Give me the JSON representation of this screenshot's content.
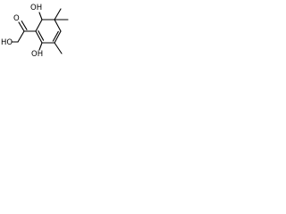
{
  "molecule": {
    "labels": {
      "ho_top": "OH",
      "ho_left": "HO",
      "oh_bottom": "OH",
      "o_carbonyl": "O"
    },
    "colors": {
      "ink": "#000000",
      "background": "#ffffff"
    }
  }
}
